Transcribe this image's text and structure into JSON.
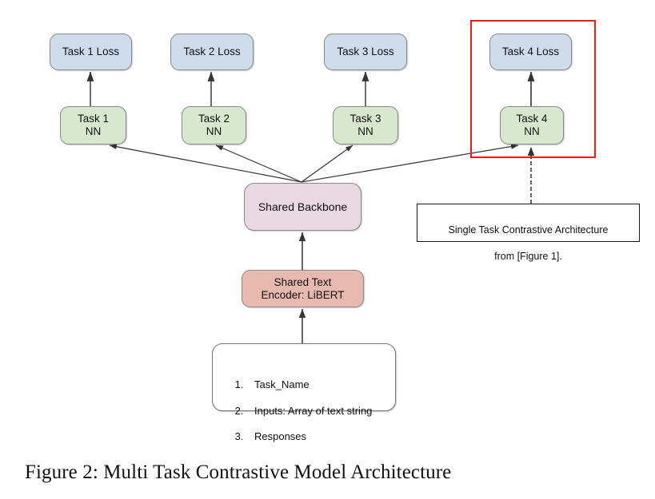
{
  "figure": {
    "caption": "Figure 2: Multi Task Contrastive Model Architecture",
    "colors": {
      "loss_fill": "#cfdcec",
      "nn_fill": "#d8e8cf",
      "backbone_fill": "#e9d7e1",
      "encoder_fill": "#e8b9ae",
      "node_stroke": "#8a8a8a",
      "edge_stroke": "#333333",
      "highlight_stroke": "#e81e1e",
      "annotation_stroke": "#1a1a1a",
      "background": "#ffffff"
    }
  },
  "nodes": {
    "loss": [
      {
        "id": "task-1-loss",
        "label": "Task 1 Loss"
      },
      {
        "id": "task-2-loss",
        "label": "Task 2 Loss"
      },
      {
        "id": "task-3-loss",
        "label": "Task 3 Loss"
      },
      {
        "id": "task-4-loss",
        "label": "Task 4 Loss"
      }
    ],
    "nn": [
      {
        "id": "task-1-nn",
        "label": "Task 1\nNN"
      },
      {
        "id": "task-2-nn",
        "label": "Task 2\nNN"
      },
      {
        "id": "task-3-nn",
        "label": "Task 3\nNN"
      },
      {
        "id": "task-4-nn",
        "label": "Task 4\nNN"
      }
    ],
    "backbone": {
      "id": "shared-backbone",
      "label": "Shared Backbone"
    },
    "encoder": {
      "id": "shared-text-encoder",
      "label": "Shared Text\nEncoder: LiBERT"
    },
    "inputs": {
      "id": "inputs-node",
      "items": [
        {
          "number": "1.",
          "text": "Task_Name"
        },
        {
          "number": "2.",
          "text": "Inputs: Array of text string"
        },
        {
          "number": "3.",
          "text": "Responses"
        }
      ]
    },
    "annotation": {
      "id": "annotation-note",
      "line1": "Single Task Contrastive Architecture",
      "line2": "from [Figure 1]."
    }
  },
  "edges": [
    {
      "from": "task-1-nn",
      "to": "task-1-loss",
      "style": "solid"
    },
    {
      "from": "task-2-nn",
      "to": "task-2-loss",
      "style": "solid"
    },
    {
      "from": "task-3-nn",
      "to": "task-3-loss",
      "style": "solid"
    },
    {
      "from": "task-4-nn",
      "to": "task-4-loss",
      "style": "solid"
    },
    {
      "from": "shared-backbone",
      "to": "task-1-nn",
      "style": "solid"
    },
    {
      "from": "shared-backbone",
      "to": "task-2-nn",
      "style": "solid"
    },
    {
      "from": "shared-backbone",
      "to": "task-3-nn",
      "style": "solid"
    },
    {
      "from": "shared-backbone",
      "to": "task-4-nn",
      "style": "solid"
    },
    {
      "from": "shared-text-encoder",
      "to": "shared-backbone",
      "style": "solid"
    },
    {
      "from": "inputs-node",
      "to": "shared-text-encoder",
      "style": "solid"
    },
    {
      "from": "annotation-note",
      "to": "task-4-nn",
      "style": "dashed"
    }
  ],
  "highlight": {
    "id": "single-task-highlight",
    "label": "Task 4 branch highlight"
  }
}
